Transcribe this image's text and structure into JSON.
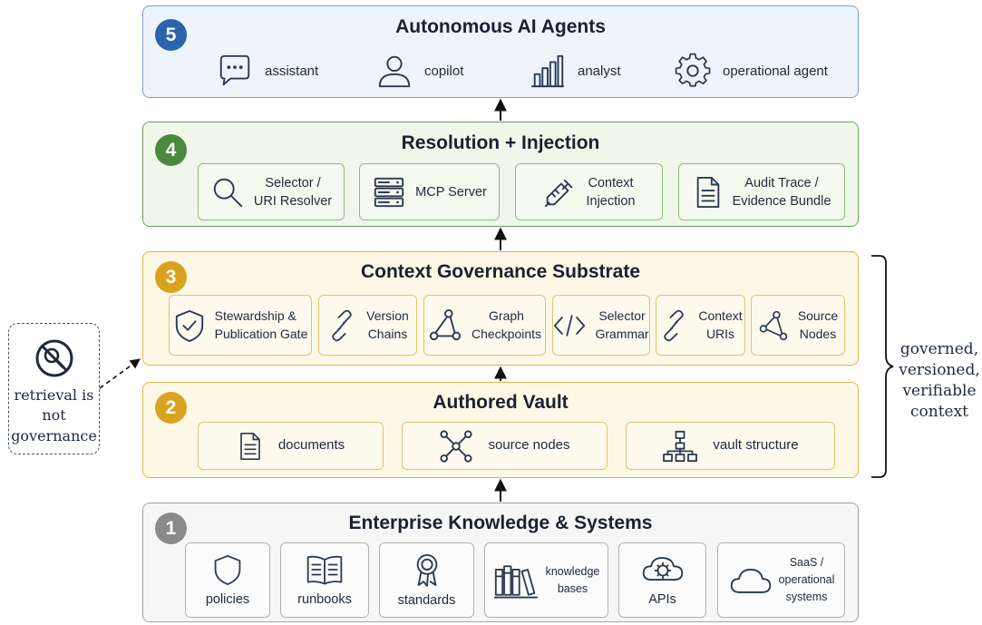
{
  "layers": {
    "agents": {
      "number": "5",
      "title": "Autonomous AI Agents",
      "items": [
        {
          "label": "assistant",
          "icon": "chat-bubble-icon"
        },
        {
          "label": "copilot",
          "icon": "user-icon"
        },
        {
          "label": "analyst",
          "icon": "bar-chart-icon"
        },
        {
          "label": "operational agent",
          "icon": "gear-icon"
        }
      ]
    },
    "resolution": {
      "number": "4",
      "title": "Resolution + Injection",
      "items": [
        {
          "line1": "Selector /",
          "line2": "URI Resolver",
          "icon": "search-icon"
        },
        {
          "line1": "MCP Server",
          "icon": "server-icon"
        },
        {
          "line1": "Context",
          "line2": "Injection",
          "icon": "syringe-icon"
        },
        {
          "line1": "Audit Trace /",
          "line2": "Evidence Bundle",
          "icon": "document-icon"
        }
      ]
    },
    "governance": {
      "number": "3",
      "title": "Context Governance Substrate",
      "items": [
        {
          "line1": "Stewardship &",
          "line2": "Publication Gate",
          "icon": "shield-check-icon"
        },
        {
          "line1": "Version",
          "line2": "Chains",
          "icon": "link-icon"
        },
        {
          "line1": "Graph",
          "line2": "Checkpoints",
          "icon": "graph-icon"
        },
        {
          "line1": "Selector",
          "line2": "Grammar",
          "icon": "code-icon"
        },
        {
          "line1": "Context",
          "line2": "URIs",
          "icon": "link-icon"
        },
        {
          "line1": "Source",
          "line2": "Nodes",
          "icon": "nodes-icon"
        }
      ]
    },
    "vault": {
      "number": "2",
      "title": "Authored Vault",
      "items": [
        {
          "label": "documents",
          "icon": "document-icon"
        },
        {
          "label": "source nodes",
          "icon": "network-icon"
        },
        {
          "label": "vault structure",
          "icon": "hierarchy-icon"
        }
      ]
    },
    "enterprise": {
      "number": "1",
      "title": "Enterprise Knowledge & Systems",
      "items": [
        {
          "line1": "policies",
          "icon": "shield-icon"
        },
        {
          "line1": "runbooks",
          "icon": "book-icon"
        },
        {
          "line1": "standards",
          "icon": "award-icon"
        },
        {
          "line1": "knowledge",
          "line2": "bases",
          "icon": "books-icon"
        },
        {
          "line1": "APIs",
          "icon": "cloud-gear-icon"
        },
        {
          "line1": "SaaS /",
          "line2": "operational",
          "line3": "systems",
          "icon": "cloud-icon"
        }
      ]
    }
  },
  "side_note": {
    "line1": "retrieval is",
    "line2": "not",
    "line3": "governance",
    "icon": "no-search-icon"
  },
  "brace_label": {
    "line1": "governed,",
    "line2": "versioned,",
    "line3": "verifiable",
    "line4": "context"
  },
  "colors": {
    "agents_badge": "#2b63ad",
    "resolution_badge": "#4a8a3d",
    "governance_badge": "#d9a21f",
    "vault_badge": "#d9a21f",
    "enterprise_badge": "#8a8a8a"
  }
}
